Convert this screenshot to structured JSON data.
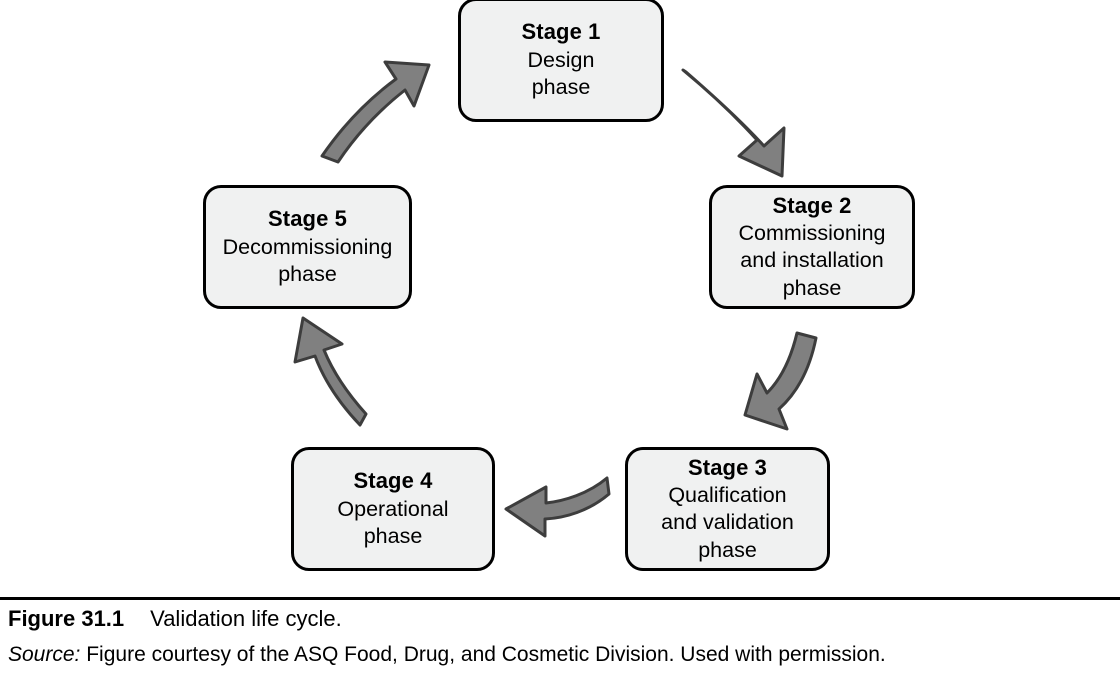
{
  "figure": {
    "diagram_type": "cycle",
    "colors": {
      "box_fill": "#f0f1f1",
      "box_border": "#000000",
      "arrow_fill": "#808080",
      "arrow_stroke": "#3d3d3d",
      "text": "#000000",
      "background": "#ffffff"
    },
    "stages": [
      {
        "id": "stage-1",
        "title": "Stage 1",
        "lines": [
          "Design",
          "phase"
        ]
      },
      {
        "id": "stage-2",
        "title": "Stage 2",
        "lines": [
          "Commissioning",
          "and installation",
          "phase"
        ]
      },
      {
        "id": "stage-3",
        "title": "Stage 3",
        "lines": [
          "Qualification",
          "and validation",
          "phase"
        ]
      },
      {
        "id": "stage-4",
        "title": "Stage 4",
        "lines": [
          "Operational",
          "phase"
        ]
      },
      {
        "id": "stage-5",
        "title": "Stage 5",
        "lines": [
          "Decommissioning",
          "phase"
        ]
      }
    ],
    "arrows": [
      {
        "name": "arrow-stage1-to-stage2",
        "from": "Stage 1",
        "to": "Stage 2",
        "direction": "down-right"
      },
      {
        "name": "arrow-stage2-to-stage3",
        "from": "Stage 2",
        "to": "Stage 3",
        "direction": "down-left"
      },
      {
        "name": "arrow-stage3-to-stage4",
        "from": "Stage 3",
        "to": "Stage 4",
        "direction": "left"
      },
      {
        "name": "arrow-stage4-to-stage5",
        "from": "Stage 4",
        "to": "Stage 5",
        "direction": "up-left"
      },
      {
        "name": "arrow-stage5-to-stage1",
        "from": "Stage 5",
        "to": "Stage 1",
        "direction": "up-right"
      }
    ]
  },
  "caption": {
    "label": "Figure 31.1",
    "text": "Validation life cycle.",
    "source_label": "Source:",
    "source_text": "Figure courtesy of the ASQ Food, Drug, and Cosmetic Division. Used with permission."
  }
}
